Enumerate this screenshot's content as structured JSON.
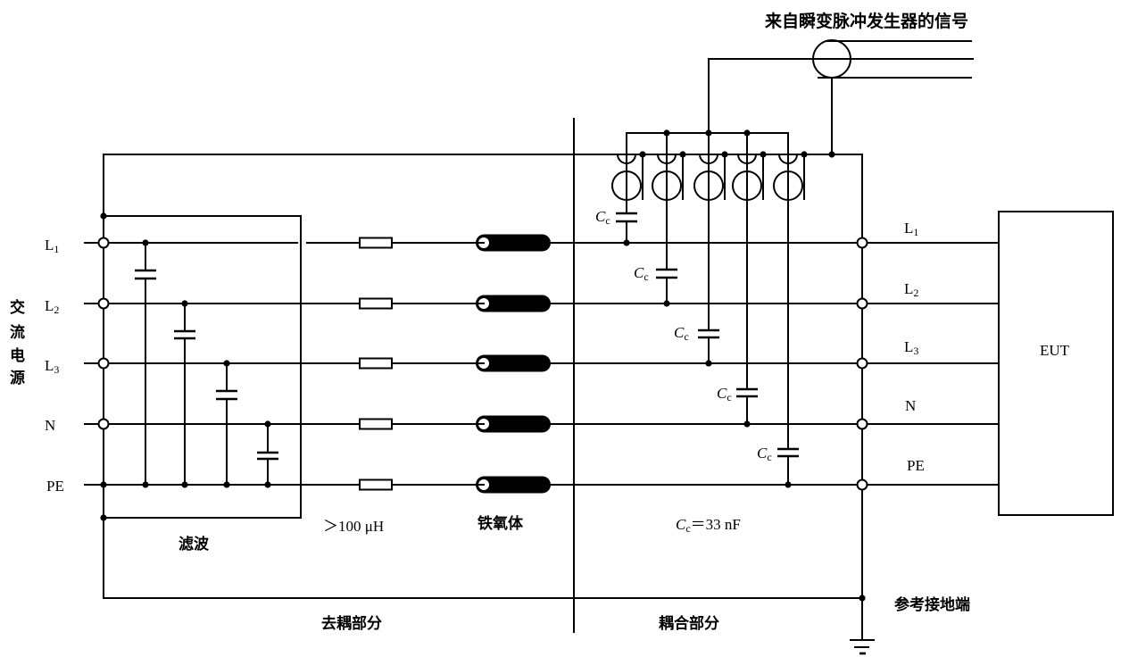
{
  "diagram": {
    "title": "来自瞬变脉冲发生器的信号",
    "ac_source_label": [
      "交",
      "流",
      "电",
      "源"
    ],
    "input_lines": [
      {
        "name": "L",
        "sub": "1"
      },
      {
        "name": "L",
        "sub": "2"
      },
      {
        "name": "L",
        "sub": "3"
      },
      {
        "name": "N",
        "sub": ""
      },
      {
        "name": "PE",
        "sub": ""
      }
    ],
    "output_lines": [
      {
        "name": "L",
        "sub": "1"
      },
      {
        "name": "L",
        "sub": "2"
      },
      {
        "name": "L",
        "sub": "3"
      },
      {
        "name": "N",
        "sub": ""
      },
      {
        "name": "PE",
        "sub": ""
      }
    ],
    "filter_label": "滤波",
    "inductor_label": "＞100 μH",
    "ferrite_label": "铁氧体",
    "decoupling_section_label": "去耦部分",
    "coupling_section_label": "耦合部分",
    "coupling_capacitor": {
      "symbol": "C",
      "subscript": "c",
      "value_text": "＝33 nF"
    },
    "coupling_cap_labels": [
      {
        "symbol": "C",
        "subscript": "c"
      },
      {
        "symbol": "C",
        "subscript": "c"
      },
      {
        "symbol": "C",
        "subscript": "c"
      },
      {
        "symbol": "C",
        "subscript": "c"
      },
      {
        "symbol": "C",
        "subscript": "c"
      }
    ],
    "eut_label": "EUT",
    "ground_label": "参考接地端"
  }
}
